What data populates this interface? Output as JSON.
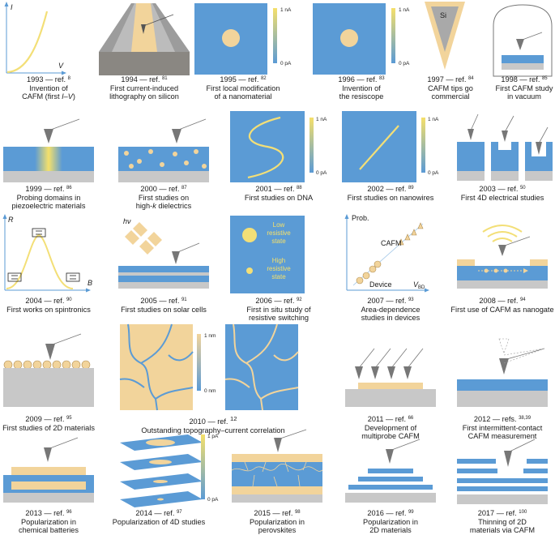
{
  "colors": {
    "blue": "#5b9bd5",
    "tan": "#f2d49b",
    "grey": "#c8c8c8",
    "darkgrey": "#8a8a8a",
    "yellow": "#f5e06a",
    "axis": "#5b9bd5"
  },
  "milestones": [
    {
      "year": "1993",
      "ref": "ref. ",
      "sup": "8",
      "line2": "Invention of",
      "line3": "CAFM (first ",
      "line3b": "I–V",
      "line3c": ")"
    },
    {
      "year": "1994",
      "ref": "ref. ",
      "sup": "81",
      "line2": "First current-induced",
      "line3": "lithography on silicon"
    },
    {
      "year": "1995",
      "ref": "ref. ",
      "sup": "82",
      "line2": "First local modification",
      "line3": "of a nanomaterial"
    },
    {
      "year": "1996",
      "ref": "ref. ",
      "sup": "83",
      "line2": "Invention of",
      "line3": "the resiscope"
    },
    {
      "year": "1997",
      "ref": "ref. ",
      "sup": "84",
      "line2": "CAFM tips go",
      "line3": "commercial"
    },
    {
      "year": "1998",
      "ref": "ref. ",
      "sup": "85",
      "line2": "First CAFM study",
      "line3": "in vacuum"
    },
    {
      "year": "1999",
      "ref": "ref. ",
      "sup": "86",
      "line2": "Probing domains in",
      "line3": "piezoelectric materials"
    },
    {
      "year": "2000",
      "ref": "ref. ",
      "sup": "87",
      "line2": "First studies on",
      "line3": "high-",
      "line3b": "k",
      "line3c": " dielectrics"
    },
    {
      "year": "2001",
      "ref": "ref. ",
      "sup": "88",
      "line2": "First studies on DNA",
      "line3": ""
    },
    {
      "year": "2002",
      "ref": "ref. ",
      "sup": "89",
      "line2": "First studies on nanowires",
      "line3": ""
    },
    {
      "year": "2003",
      "ref": "ref. ",
      "sup": "50",
      "line2": "First 4D electrical studies",
      "line3": ""
    },
    {
      "year": "2004",
      "ref": "ref. ",
      "sup": "90",
      "line2": "First works on spintronics",
      "line3": ""
    },
    {
      "year": "2005",
      "ref": "ref. ",
      "sup": "91",
      "line2": "First studies on solar cells",
      "line3": ""
    },
    {
      "year": "2006",
      "ref": "ref. ",
      "sup": "92",
      "line2": "First in situ study of",
      "line3": "resistive switching"
    },
    {
      "year": "2007",
      "ref": "ref. ",
      "sup": "93",
      "line2": "Area-dependence",
      "line3": "studies in devices"
    },
    {
      "year": "2008",
      "ref": "ref. ",
      "sup": "94",
      "line2": "First use of CAFM as nanogate",
      "line3": ""
    },
    {
      "year": "2009",
      "ref": "ref. ",
      "sup": "95",
      "line2": "First studies of 2D materials",
      "line3": ""
    },
    {
      "year": "2010",
      "ref": "ref. ",
      "sup": "12",
      "line2": "Outstanding topography–current correlation",
      "line3": ""
    },
    {
      "year": "2011",
      "ref": "ref. ",
      "sup": "66",
      "line2": "Development of",
      "line3": "multiprobe CAFM"
    },
    {
      "year": "2012",
      "ref": "refs. ",
      "sup": "38,39",
      "line2": "First intermittent-contact",
      "line3": "CAFM measurement"
    },
    {
      "year": "2013",
      "ref": "ref. ",
      "sup": "96",
      "line2": "Popularization in",
      "line3": "chemical batteries"
    },
    {
      "year": "2014",
      "ref": "ref. ",
      "sup": "97",
      "line2": "Popularization of 4D studies",
      "line3": ""
    },
    {
      "year": "2015",
      "ref": "ref. ",
      "sup": "98",
      "line2": "Popularization in",
      "line3": "perovskites"
    },
    {
      "year": "2016",
      "ref": "ref. ",
      "sup": "99",
      "line2": "Popularization in",
      "line3": "2D materials"
    },
    {
      "year": "2017",
      "ref": "ref. ",
      "sup": "100",
      "line2": "Thinning of 2D",
      "line3": "materials via CAFM"
    }
  ],
  "labels": {
    "axis_I": "I",
    "axis_V": "V",
    "axis_R": "R",
    "axis_B": "B",
    "scale_1nA": "1 nA",
    "scale_0pA": "0 pA",
    "scale_1pA": "1 pA",
    "scale_1nm": "1 nm",
    "scale_0nm": "0 nm",
    "si": "Si",
    "hv": "hν",
    "low_state": [
      "Low",
      "resistive",
      "state"
    ],
    "high_state": [
      "High",
      "resistive",
      "state"
    ],
    "prob": "Prob.",
    "cafm": "CAFM",
    "device": "Device",
    "vbd": "V",
    "vbd_sub": "BD"
  }
}
